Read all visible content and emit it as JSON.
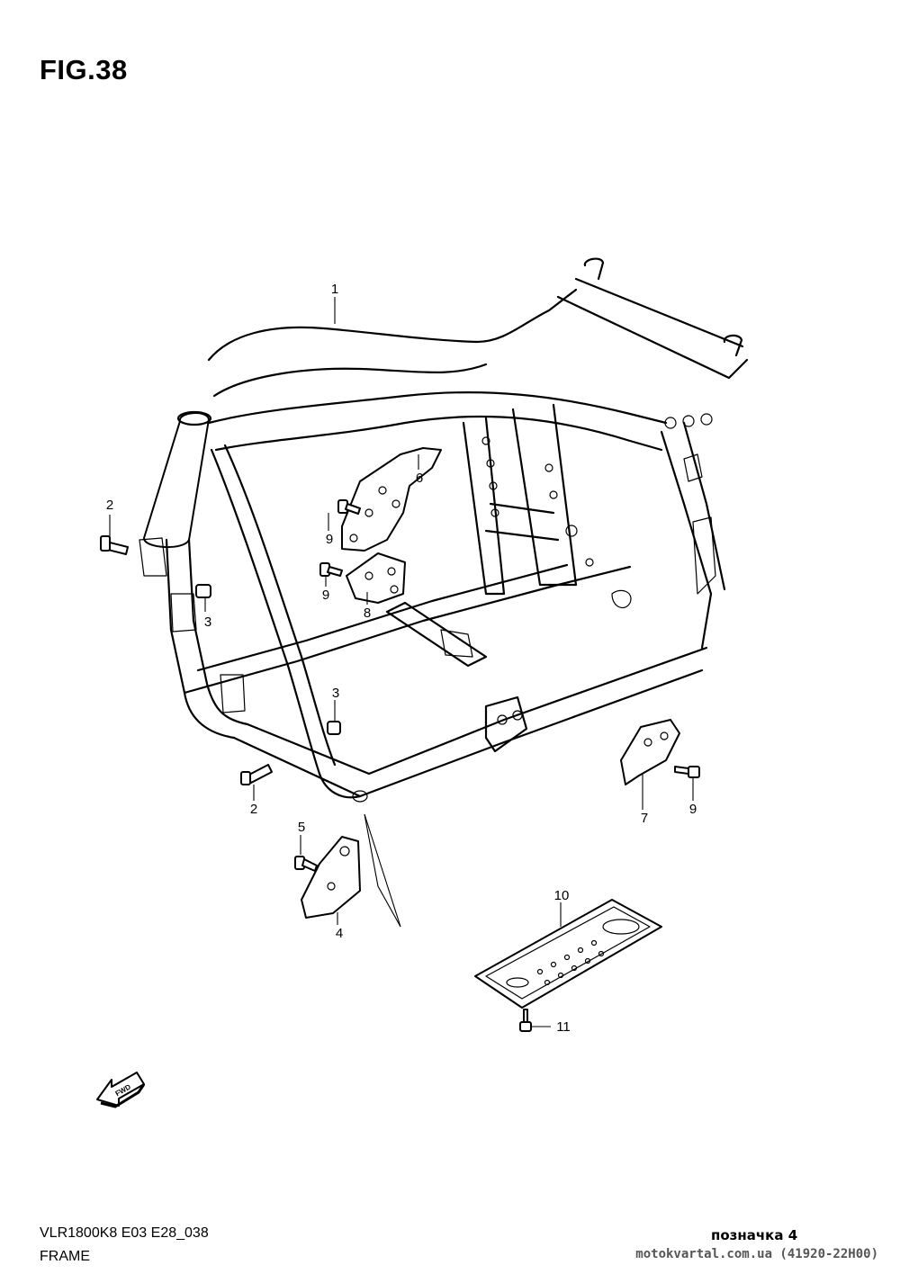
{
  "figure": {
    "title": "FIG.38",
    "fwd_label": "FWD"
  },
  "callouts": [
    {
      "id": "c1",
      "text": "1"
    },
    {
      "id": "c2a",
      "text": "2"
    },
    {
      "id": "c2b",
      "text": "2"
    },
    {
      "id": "c3a",
      "text": "3"
    },
    {
      "id": "c3b",
      "text": "3"
    },
    {
      "id": "c4",
      "text": "4"
    },
    {
      "id": "c5",
      "text": "5"
    },
    {
      "id": "c6",
      "text": "6"
    },
    {
      "id": "c7",
      "text": "7"
    },
    {
      "id": "c8",
      "text": "8"
    },
    {
      "id": "c9a",
      "text": "9"
    },
    {
      "id": "c9b",
      "text": "9"
    },
    {
      "id": "c9c",
      "text": "9"
    },
    {
      "id": "c10",
      "text": "10"
    },
    {
      "id": "c11",
      "text": "11"
    }
  ],
  "footer": {
    "model_code": "VLR1800K8 E03 E28_038",
    "section_name": "FRAME",
    "mark": "позначка 4",
    "site_ref": "motokvartal.com.ua (41920-22H00)"
  }
}
